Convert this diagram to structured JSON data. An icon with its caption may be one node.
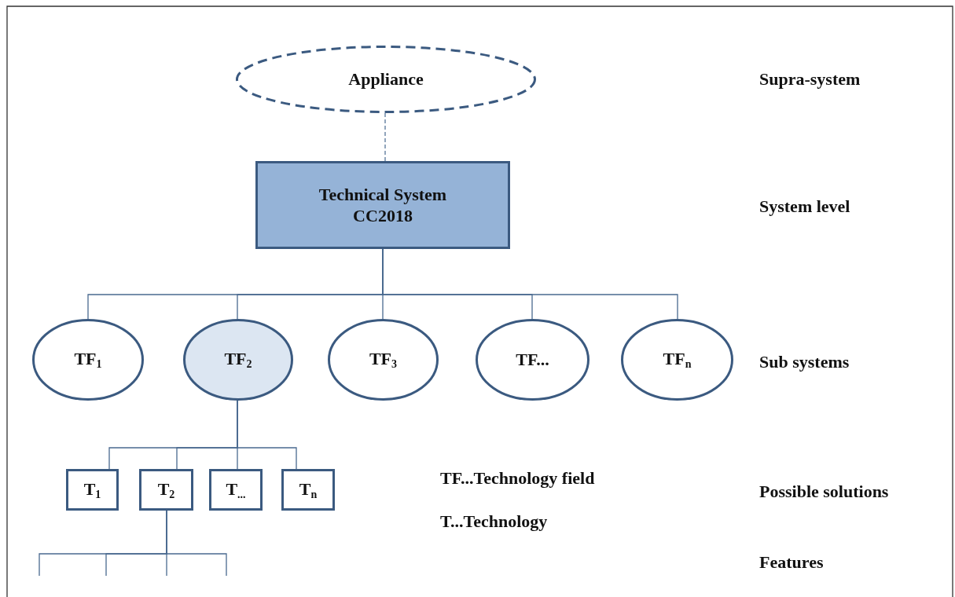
{
  "diagram": {
    "nodes": [
      {
        "text": [
          "Appliance"
        ]
      },
      {
        "text": [
          "Technical System CC2018"
        ]
      },
      {
        "text": [
          "TF$_{1}$"
        ]
      },
      {
        "text": [
          "TF$_{2}$"
        ]
      },
      {
        "text": [
          "TF$_{3}$"
        ]
      },
      {
        "text": [
          "TF..."
        ]
      },
      {
        "text": [
          "TF$_{n}$"
        ]
      },
      {
        "text": [
          "T$_{1}$"
        ]
      },
      {
        "text": [
          "T$_{2}$"
        ]
      },
      {
        "text": [
          "T$_{...}$"
        ]
      },
      {
        "text": [
          "T$_{n}$"
        ]
      }
    ],
    "edges": [
      {
        "from": 0,
        "to": 1,
        "arrow": "none",
        "style": "dashed"
      },
      {
        "from": 1,
        "to": 2,
        "arrow": "none"
      },
      {
        "from": 1,
        "to": 3,
        "arrow": "none"
      },
      {
        "from": 1,
        "to": 4,
        "arrow": "none"
      },
      {
        "from": 1,
        "to": 5,
        "arrow": "none"
      },
      {
        "from": 1,
        "to": 6,
        "arrow": "none"
      },
      {
        "from": 3,
        "to": 7,
        "arrow": "none"
      },
      {
        "from": 3,
        "to": 8,
        "arrow": "none"
      },
      {
        "from": 3,
        "to": 9,
        "arrow": "none"
      },
      {
        "from": 3,
        "to": 10,
        "arrow": "none"
      },
      {
        "from": 8,
        "to": null,
        "arrow": "none"
      },
      {
        "from": 8,
        "to": null,
        "arrow": "none"
      },
      {
        "from": 8,
        "to": null,
        "arrow": "none"
      },
      {
        "from": 8,
        "to": null,
        "arrow": "none"
      }
    ],
    "labels": [
      "Supra-system",
      "System level",
      "Sub systems",
      "TF...Technology field",
      "Possible solutions",
      "T...Technology",
      "Features"
    ]
  }
}
